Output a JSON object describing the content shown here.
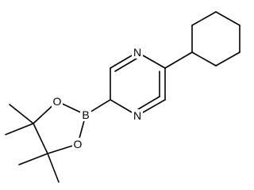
{
  "molecule": {
    "atoms": {
      "n_top": "N",
      "n_bottom": "N",
      "boron": "B",
      "o_upper": "O",
      "o_lower": "O"
    }
  },
  "colors": {
    "bond": "#000000",
    "background": "#ffffff"
  }
}
